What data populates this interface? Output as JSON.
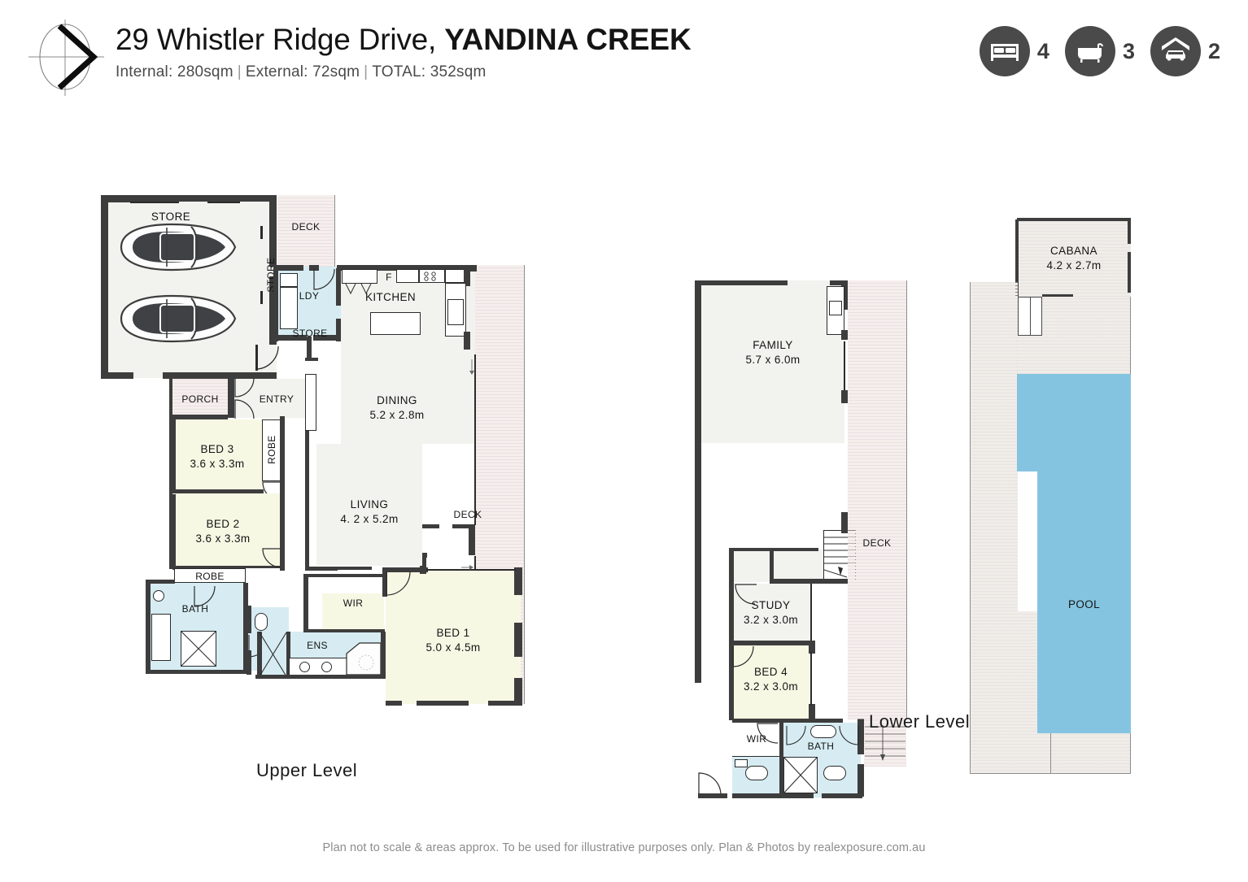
{
  "header": {
    "address_regular": "29 Whistler Ridge Drive, ",
    "address_bold": "YANDINA CREEK",
    "internal": "Internal: 280sqm",
    "external": "External: 72sqm",
    "total": "TOTAL: 352sqm",
    "separator": "|",
    "compass_icon": "compass-rose-icon"
  },
  "stats": [
    {
      "icon": "bed-icon",
      "count": "4"
    },
    {
      "icon": "bath-icon",
      "count": "3"
    },
    {
      "icon": "garage-icon",
      "count": "2"
    }
  ],
  "levels": {
    "upper_label": "Upper Level",
    "lower_label": "Lower Level"
  },
  "upper": {
    "store_top": "STORE",
    "store_vert": "STORE",
    "store_ldy": "STORE",
    "deck_top": "DECK",
    "ldy": "LDY",
    "fridge": "F",
    "kitchen": "KITCHEN",
    "dining_name": "DINING",
    "dining_dim": "5.2 x 2.8m",
    "porch": "PORCH",
    "entry": "ENTRY",
    "bed3_name": "BED 3",
    "bed3_dim": "3.6 x 3.3m",
    "robe_bed3": "ROBE",
    "bed2_name": "BED 2",
    "bed2_dim": "3.6 x 3.3m",
    "robe_bed2": "ROBE",
    "living_name": "LIVING",
    "living_dim": "4. 2 x 5.2m",
    "deck_main": "DECK",
    "bath": "BATH",
    "ens": "ENS",
    "wir": "WIR",
    "bed1_name": "BED 1",
    "bed1_dim": "5.0 x 4.5m"
  },
  "lower": {
    "family_name": "FAMILY",
    "family_dim": "5.7 x 6.0m",
    "study_name": "STUDY",
    "study_dim": "3.2 x 3.0m",
    "bed4_name": "BED 4",
    "bed4_dim": "3.2 x 3.0m",
    "wir": "WIR",
    "bath": "BATH",
    "deck": "DECK"
  },
  "outdoor": {
    "cabana_name": "CABANA",
    "cabana_dim": "4.2 x 2.7m",
    "pool": "POOL"
  },
  "footer": {
    "disclaimer": "Plan not to scale & areas approx. To be used for illustrative purposes only. Plan & Photos by realexposure.com.au"
  },
  "colors": {
    "wall": "#3d3d3d",
    "neutral_fill": "#f2f2ee",
    "bedroom_fill": "#f7f8e4",
    "wet_fill": "#d6ecf2",
    "pool_fill": "#85c4e0",
    "deck_fill": "#f5eeec",
    "stat_circle": "#4a4a4a"
  }
}
